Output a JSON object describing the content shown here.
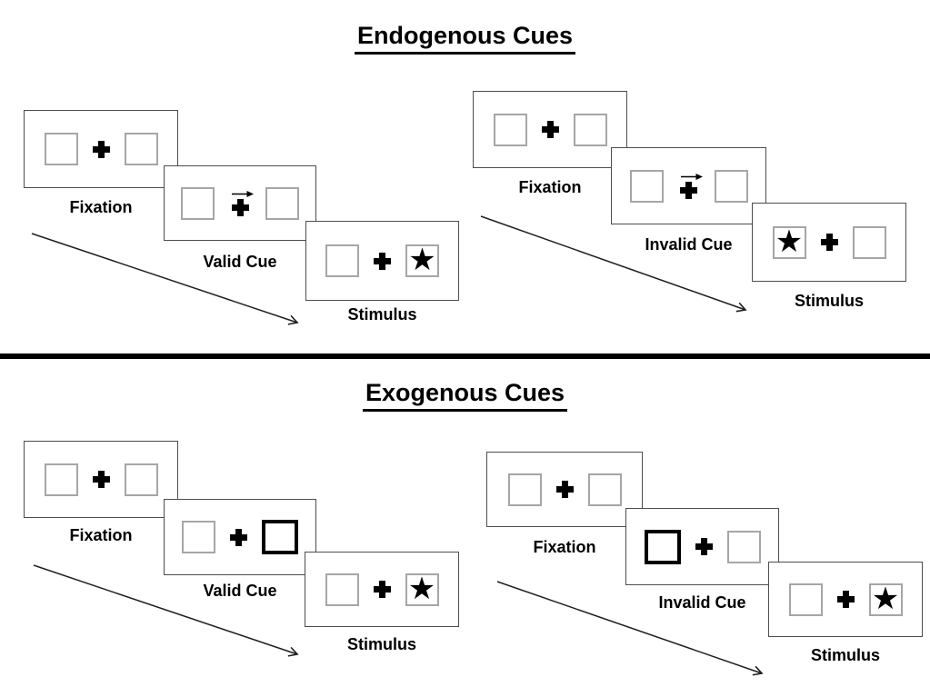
{
  "figure": {
    "type": "experiment-paradigm-diagram",
    "description": "Posner spatial cueing task: endogenous vs exogenous cues, valid vs invalid trials",
    "divider_color": "#000000"
  },
  "colors": {
    "background": "#ffffff",
    "panel_border": "#4d4d4d",
    "placeholder_box_border": "#a6a6a6",
    "cue_box_border": "#000000",
    "ink": "#000000"
  },
  "glyphs": {
    "star": "★",
    "fixation_cross": "+",
    "cue_arrow_direction": "right"
  },
  "endogenous": {
    "title": "Endogenous Cues",
    "valid": {
      "fixation_label": "Fixation",
      "cue_label": "Valid Cue",
      "stimulus_label": "Stimulus",
      "cue_symbol": "right-arrow-above-fixation-cross",
      "stimulus_side": "right"
    },
    "invalid": {
      "fixation_label": "Fixation",
      "cue_label": "Invalid Cue",
      "stimulus_label": "Stimulus",
      "cue_symbol": "right-arrow-above-fixation-cross",
      "stimulus_side": "left"
    }
  },
  "exogenous": {
    "title": "Exogenous Cues",
    "valid": {
      "fixation_label": "Fixation",
      "cue_label": "Valid Cue",
      "stimulus_label": "Stimulus",
      "cue_symbol": "thick-outlined-right-box",
      "stimulus_side": "right"
    },
    "invalid": {
      "fixation_label": "Fixation",
      "cue_label": "Invalid Cue",
      "stimulus_label": "Stimulus",
      "cue_symbol": "thick-outlined-left-box",
      "stimulus_side": "right"
    }
  }
}
